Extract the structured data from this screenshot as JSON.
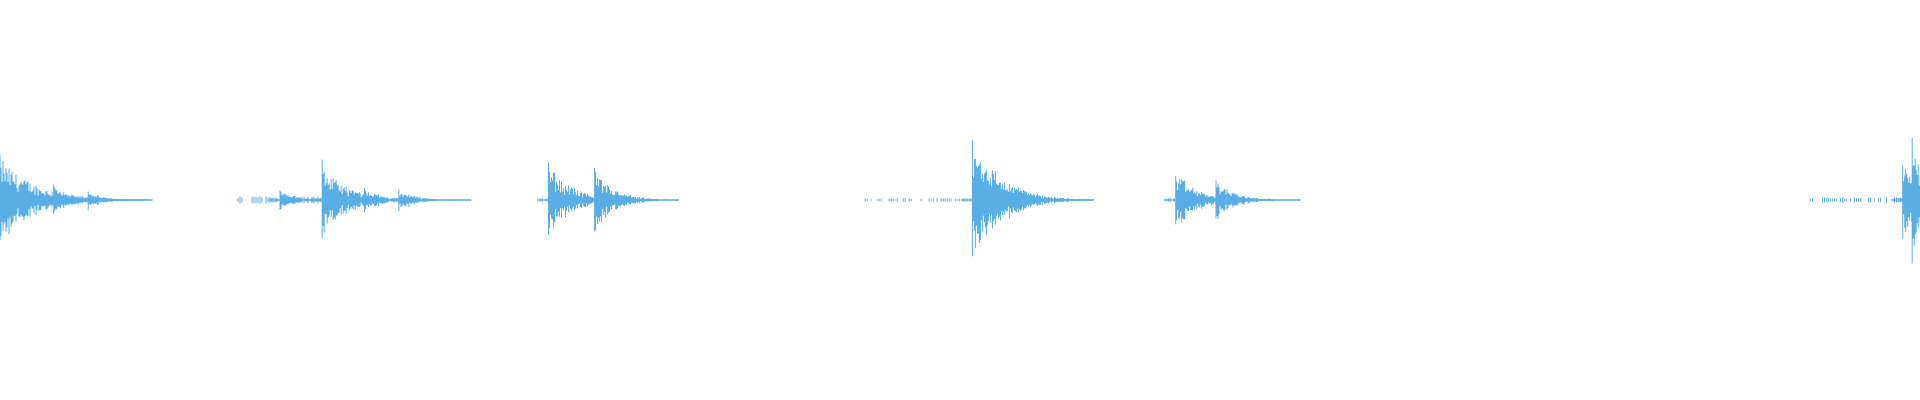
{
  "waveform": {
    "color": "#5aaee6",
    "background": "#ffffff",
    "style": "audio-waveform",
    "bursts": [
      {
        "time": 0.0,
        "amplitude": 0.62,
        "decay": 0.025,
        "type": "click"
      },
      {
        "time": 0.028,
        "amplitude": 0.2,
        "decay": 0.012,
        "type": "click"
      },
      {
        "time": 0.046,
        "amplitude": 0.14,
        "decay": 0.01,
        "type": "click"
      },
      {
        "time": 0.122,
        "amplitude": 0.04,
        "decay": 0.03,
        "type": "noise"
      },
      {
        "time": 0.146,
        "amplitude": 0.14,
        "decay": 0.012,
        "type": "click"
      },
      {
        "time": 0.168,
        "amplitude": 0.52,
        "decay": 0.018,
        "type": "click"
      },
      {
        "time": 0.19,
        "amplitude": 0.18,
        "decay": 0.012,
        "type": "click"
      },
      {
        "time": 0.208,
        "amplitude": 0.16,
        "decay": 0.012,
        "type": "click"
      },
      {
        "time": 0.286,
        "amplitude": 0.48,
        "decay": 0.018,
        "type": "click"
      },
      {
        "time": 0.31,
        "amplitude": 0.44,
        "decay": 0.014,
        "type": "click"
      },
      {
        "time": 0.449,
        "amplitude": 0.02,
        "decay": 0.02,
        "type": "noise"
      },
      {
        "time": 0.507,
        "amplitude": 0.95,
        "decay": 0.02,
        "type": "click"
      },
      {
        "time": 0.531,
        "amplitude": 0.2,
        "decay": 0.012,
        "type": "click"
      },
      {
        "time": 0.613,
        "amplitude": 0.4,
        "decay": 0.016,
        "type": "click"
      },
      {
        "time": 0.634,
        "amplitude": 0.3,
        "decay": 0.014,
        "type": "click"
      },
      {
        "time": 0.944,
        "amplitude": 0.03,
        "decay": 0.03,
        "type": "noise"
      },
      {
        "time": 0.992,
        "amplitude": 0.55,
        "decay": 0.012,
        "type": "click"
      },
      {
        "time": 0.997,
        "amplitude": 1.0,
        "decay": 0.006,
        "type": "click"
      }
    ]
  }
}
